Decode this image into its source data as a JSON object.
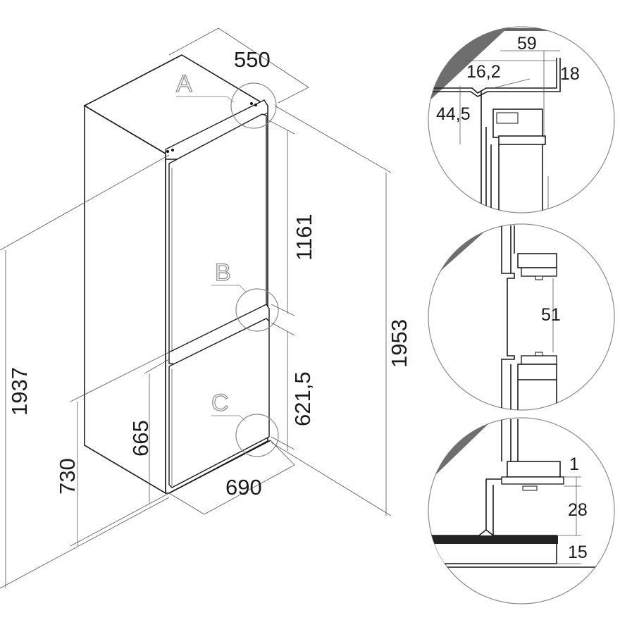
{
  "callouts": {
    "a": "A",
    "b": "B",
    "c": "C"
  },
  "main_dimensions": {
    "depth": "550",
    "upper_door_height": "1161",
    "overall_height_right": "1953",
    "lower_door_height": "621,5",
    "width": "690",
    "lower_section_height": "665",
    "base_height": "730",
    "overall_height_left": "1937"
  },
  "detail_a": {
    "tab": "A",
    "dim_59": "59",
    "dim_16_2": "16,2",
    "dim_18": "18",
    "dim_44_5": "44,5"
  },
  "detail_b": {
    "tab": "B",
    "dim_51": "51"
  },
  "detail_c": {
    "tab": "C",
    "dim_1": "1",
    "dim_28": "28",
    "dim_15": "15"
  }
}
